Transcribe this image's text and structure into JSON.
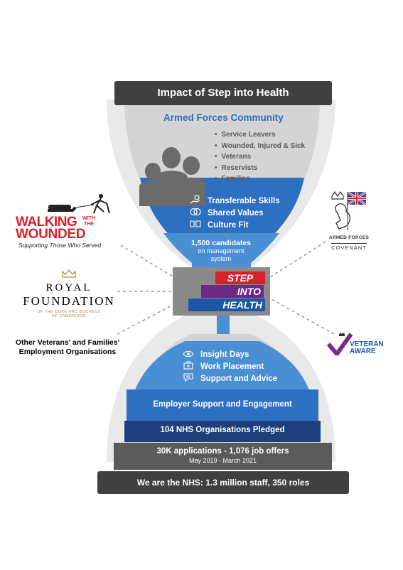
{
  "title": "Impact of Step into Health",
  "top": {
    "heading": "Armed Forces Community",
    "bullets": [
      "Service Leavers",
      "Wounded, Injured & Sick",
      "Veterans",
      "Reservists",
      "Families"
    ],
    "skills": [
      {
        "label": "Transferable Skills",
        "icon": "hand-coin-icon"
      },
      {
        "label": "Shared Values",
        "icon": "linked-rings-icon"
      },
      {
        "label": "Culture Fit",
        "icon": "puzzle-icon"
      }
    ],
    "candidates_line1": "1,500 candidates",
    "candidates_line2": "on management",
    "candidates_line3": "system"
  },
  "center_logo": {
    "line1": "STEP",
    "line2": "INTO",
    "line3": "HEALTH"
  },
  "bottom": {
    "items": [
      {
        "label": "Insight Days",
        "icon": "eye-icon"
      },
      {
        "label": "Work Placement",
        "icon": "first-aid-kit-icon"
      },
      {
        "label": "Support and Advice",
        "icon": "chat-bubble-icon"
      }
    ],
    "employer_band": "Employer Support and Engagement",
    "nhs_band": "104 NHS Organisations Pledged",
    "applications": "30K applications - 1,076 job offers",
    "date_range": "May 2019 - March 2021",
    "footer": "We are the NHS: 1.3 million staff, 350 roles"
  },
  "partners": {
    "walking": {
      "line1": "WALKING",
      "with": "WITH",
      "the": "THE",
      "line2": "WOUNDED",
      "tagline": "Supporting Those Who Served"
    },
    "royal": {
      "line1": "ROYAL",
      "line2": "FOUNDATION",
      "sub1": "OF THE DUKE AND DUCHESS",
      "sub2": "OF CAMBRIDGE"
    },
    "other": {
      "line1": "Other Veterans' and Families'",
      "line2": "Employment Organisations"
    },
    "covenant": {
      "line1": "ARMED FORCES",
      "line2": "COVENANT"
    },
    "veteran": {
      "line1": "VETERAN",
      "line2": "AWARE"
    }
  },
  "colors": {
    "dark_banner": "#404040",
    "grey_glass": "#d4d4d4",
    "blue_mid": "#2d6fc0",
    "blue_light": "#4a8fd4",
    "blue_dark": "#1f3f7a",
    "step_red": "#d8202b",
    "step_purple": "#6a2a84",
    "step_blue": "#1d56a6"
  }
}
